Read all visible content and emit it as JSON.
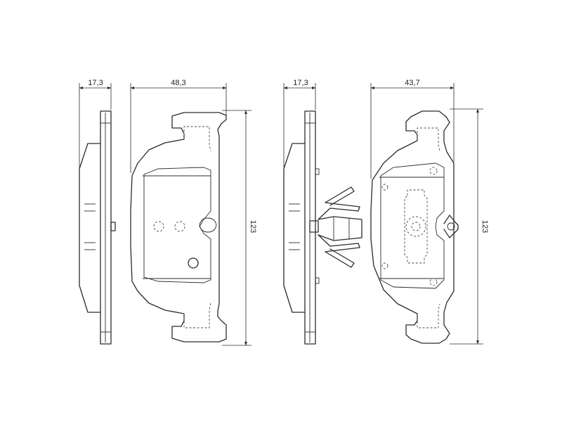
{
  "dimensions": {
    "left_side_thickness": "17,3",
    "left_pad_width": "48,3",
    "left_pad_height": "123",
    "right_side_thickness": "17,3",
    "right_pad_width": "43,7",
    "right_pad_height": "123"
  }
}
